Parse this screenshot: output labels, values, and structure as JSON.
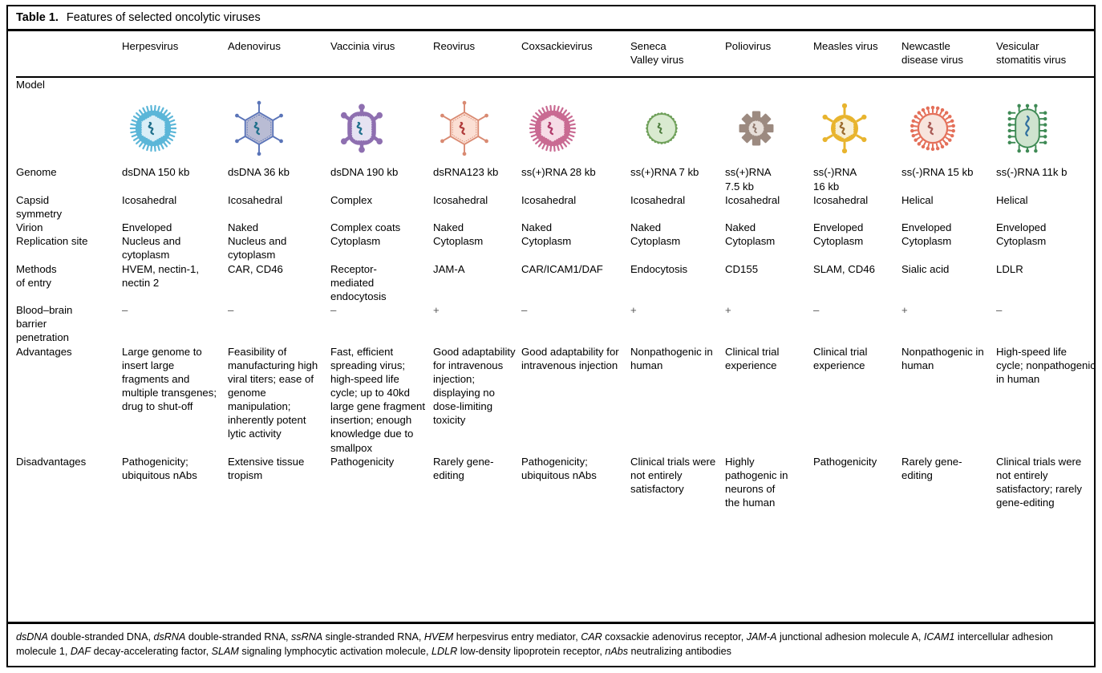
{
  "caption": {
    "number": "Table 1.",
    "text": "Features of selected oncolytic viruses"
  },
  "columns": [
    {
      "key": "label",
      "header": ""
    },
    {
      "key": "herpes",
      "header": "Herpesvirus"
    },
    {
      "key": "adeno",
      "header": "Adenovirus"
    },
    {
      "key": "vaccinia",
      "header": "Vaccinia virus"
    },
    {
      "key": "reo",
      "header": "Reovirus"
    },
    {
      "key": "cox",
      "header": "Coxsackievirus"
    },
    {
      "key": "seneca",
      "header": "Seneca\nValley virus"
    },
    {
      "key": "polio",
      "header": "Poliovirus"
    },
    {
      "key": "measles",
      "header": "Measles virus"
    },
    {
      "key": "newcastle",
      "header": "Newcastle\ndisease virus"
    },
    {
      "key": "vsv",
      "header": "Vesicular\nstomatitis virus"
    }
  ],
  "rows": {
    "model": {
      "label": "Model",
      "icons": [
        {
          "name": "herpesvirus-icon",
          "shape": "spiky-circle",
          "fill": "#d9eef7",
          "stroke": "#5bb6d8",
          "genome_color": "#1f6f8b"
        },
        {
          "name": "adenovirus-icon",
          "shape": "spiked-hexagon",
          "fill": "#b9bcd4",
          "stroke": "#5a74b8",
          "genome_color": "#1f6f8b"
        },
        {
          "name": "vaccinia-virus-icon",
          "shape": "knobbed-oval",
          "fill": "#e6e3f2",
          "stroke": "#8e6fb0",
          "genome_color": "#1f6f8b"
        },
        {
          "name": "reovirus-icon",
          "shape": "spiked-hexagon",
          "fill": "#fbdfd4",
          "stroke": "#d98a72",
          "genome_color": "#b03a3a"
        },
        {
          "name": "coxsackievirus-icon",
          "shape": "spiky-circle",
          "fill": "#f6dce6",
          "stroke": "#c96a92",
          "genome_color": "#b03a6a"
        },
        {
          "name": "seneca-valley-virus-icon",
          "shape": "bumpy-circle",
          "fill": "#d9ead0",
          "stroke": "#6fa05a",
          "genome_color": "#4a7a3a"
        },
        {
          "name": "poliovirus-icon",
          "shape": "gear",
          "fill": "#e6ded8",
          "stroke": "#9c8a80",
          "genome_color": "#8a7266"
        },
        {
          "name": "measles-virus-icon",
          "shape": "knobbed-circle",
          "fill": "#f7efd6",
          "stroke": "#e8b42e",
          "genome_color": "#9c6b2f"
        },
        {
          "name": "newcastle-disease-virus-icon",
          "shape": "knobbed-circle",
          "fill": "#f7e4dd",
          "stroke": "#e4705a",
          "genome_color": "#a85a55"
        },
        {
          "name": "vesicular-stomatitis-virus-icon",
          "shape": "bullet-rod",
          "fill": "#cfe3cf",
          "stroke": "#3f8a55",
          "genome_color": "#2f6f9e"
        }
      ]
    },
    "genome": {
      "label": "Genome",
      "values": [
        "dsDNA 150 kb",
        "dsDNA 36 kb",
        "dsDNA 190 kb",
        "dsRNA123 kb",
        "ss(+)RNA 28 kb",
        "ss(+)RNA 7 kb",
        "ss(+)RNA\n7.5 kb",
        "ss(-)RNA\n16 kb",
        "ss(-)RNA 15 kb",
        "ss(-)RNA 11k b"
      ]
    },
    "capsid_symmetry": {
      "label": "Capsid\nsymmetry",
      "values": [
        "Icosahedral",
        "Icosahedral",
        "Complex",
        "Icosahedral",
        "Icosahedral",
        "Icosahedral",
        "Icosahedral",
        "Icosahedral",
        "Helical",
        "Helical"
      ]
    },
    "virion": {
      "label": "Virion",
      "values": [
        "Enveloped",
        "Naked",
        "Complex coats",
        "Naked",
        "Naked",
        "Naked",
        "Naked",
        "Enveloped",
        "Enveloped",
        "Enveloped"
      ]
    },
    "replication_site": {
      "label": "Replication site",
      "values": [
        "Nucleus and\ncytoplasm",
        "Nucleus and\ncytoplasm",
        "Cytoplasm",
        "Cytoplasm",
        "Cytoplasm",
        "Cytoplasm",
        "Cytoplasm",
        "Cytoplasm",
        "Cytoplasm",
        "Cytoplasm"
      ]
    },
    "methods_of_entry": {
      "label": "Methods\nof entry",
      "values": [
        "HVEM, nectin-1,\nnectin 2",
        "CAR, CD46",
        "Receptor-\nmediated\nendocytosis",
        "JAM-A",
        "CAR/ICAM1/DAF",
        "Endocytosis",
        "CD155",
        "SLAM, CD46",
        "Sialic acid",
        "LDLR"
      ]
    },
    "bbb_penetration": {
      "label": "Blood–brain\nbarrier\npenetration",
      "values": [
        "–",
        "–",
        "–",
        "+",
        "–",
        "+",
        "+",
        "–",
        "+",
        "–"
      ]
    },
    "advantages": {
      "label": "Advantages",
      "values": [
        "Large genome to insert large fragments and multiple transgenes; drug to shut-off",
        "Feasibility of manufacturing high viral titers; ease of genome manipulation; inherently potent lytic activity",
        "Fast, efficient spreading virus; high-speed life cycle; up to 40kd large gene fragment insertion; enough knowledge due to smallpox",
        "Good adaptability for intravenous injection; displaying no dose-limiting toxicity",
        "Good adaptability for intravenous injection",
        "Nonpathogenic in human",
        "Clinical trial experience",
        "Clinical trial experience",
        "Nonpathogenic in human",
        "High-speed life cycle; nonpathogenic in human"
      ]
    },
    "disadvantages": {
      "label": "Disadvantages",
      "values": [
        "Pathogenicity; ubiquitous nAbs",
        "Extensive tissue tropism",
        "Pathogenicity",
        "Rarely gene-editing",
        "Pathogenicity; ubiquitous nAbs",
        "Clinical trials were not entirely satisfactory",
        "Highly pathogenic in neurons of\nthe human",
        "Pathogenicity",
        "Rarely gene-editing",
        "Clinical trials were not entirely satisfactory; rarely gene-editing"
      ]
    }
  },
  "footnote": {
    "abbreviations": [
      {
        "term": "dsDNA",
        "definition": "double-stranded DNA"
      },
      {
        "term": "dsRNA",
        "definition": "double-stranded RNA"
      },
      {
        "term": "ssRNA",
        "definition": "single-stranded RNA"
      },
      {
        "term": "HVEM",
        "definition": "herpesvirus entry mediator"
      },
      {
        "term": "CAR",
        "definition": "coxsackie adenovirus receptor"
      },
      {
        "term": "JAM-A",
        "definition": "junctional adhesion molecule A"
      },
      {
        "term": "ICAM1",
        "definition": "intercellular adhesion molecule 1"
      },
      {
        "term": "DAF",
        "definition": "decay-accelerating factor"
      },
      {
        "term": "SLAM",
        "definition": "signaling lymphocytic activation molecule"
      },
      {
        "term": "LDLR",
        "definition": "low-density lipoprotein receptor"
      },
      {
        "term": "nAbs",
        "definition": "neutralizing antibodies"
      }
    ]
  }
}
